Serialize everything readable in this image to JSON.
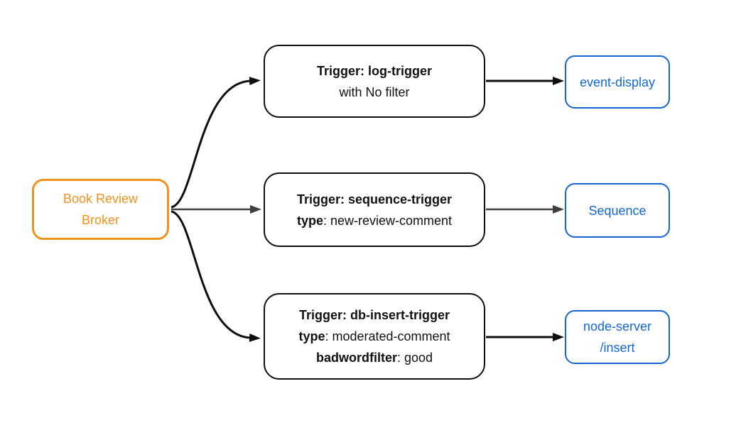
{
  "colors": {
    "orange": "#F0921E",
    "blue": "#1467D2",
    "arrow-gray": "#3F3F3F",
    "box-black": "#0F0F0F",
    "background": "#FFFFFF"
  },
  "broker": {
    "line1": "Book Review",
    "line2": "Broker"
  },
  "rows": [
    {
      "trigger": {
        "title": "Trigger: log-trigger",
        "detail1_bold": "",
        "detail1_rest": "with No filter"
      },
      "sink": {
        "line1": "event-display"
      }
    },
    {
      "trigger": {
        "title": "Trigger: sequence-trigger",
        "detail1_bold": "type",
        "detail1_rest": ": new-review-comment"
      },
      "sink": {
        "line1": "Sequence"
      }
    },
    {
      "trigger": {
        "title": "Trigger: db-insert-trigger",
        "detail1_bold": "type",
        "detail1_rest": ": moderated-comment",
        "detail2_bold": "badwordfilter",
        "detail2_rest": ": good"
      },
      "sink": {
        "line1": "node-server",
        "line2": "/insert"
      }
    }
  ]
}
